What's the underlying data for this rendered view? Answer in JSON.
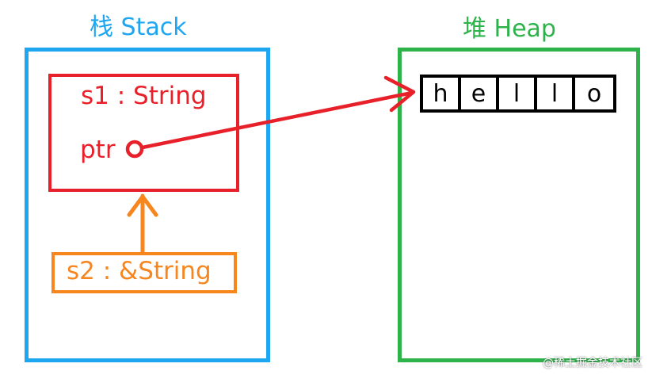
{
  "stack": {
    "title": "栈 Stack"
  },
  "heap": {
    "title": "堆 Heap"
  },
  "s1": {
    "label": "s1 : String",
    "ptr_label": "ptr"
  },
  "s2": {
    "label": "s2 : &String"
  },
  "heap_cells": [
    "h",
    "e",
    "l",
    "l",
    "o"
  ],
  "watermark": "@稀土掘金技术社区",
  "colors": {
    "stack": "#1ea6f0",
    "heap": "#2db34a",
    "s1": "#e8202a",
    "s2": "#f7861f",
    "cell_border": "#000000"
  }
}
